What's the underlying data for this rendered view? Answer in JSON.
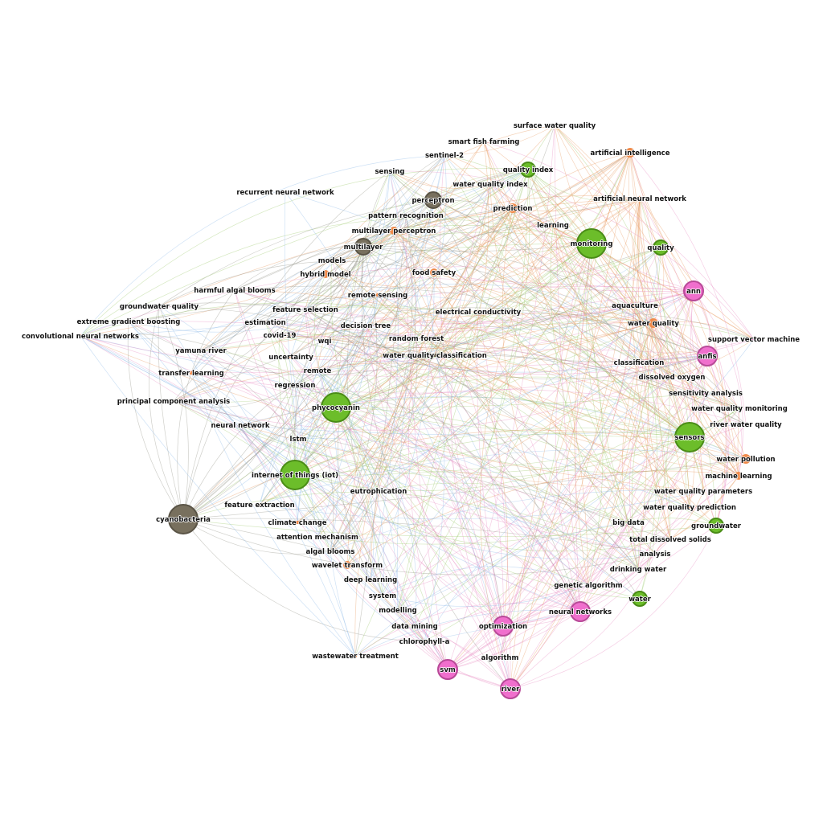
{
  "colors": {
    "blue": "#8ab8e6",
    "orange": "#e8955a",
    "gray": "#8f8f82",
    "green": "#9cc86a",
    "pink": "#e68ac0",
    "node_green": "#6cbd2a",
    "node_green_border": "#4a8c17",
    "node_gray": "#78705e",
    "node_gray_border": "#5a5446",
    "node_pink": "#f06fcd",
    "node_pink_border": "#b84a98",
    "node_orange": "#f08a4a"
  },
  "nodes": [
    {
      "id": "surface-water-quality",
      "label": "surface water quality",
      "group": "orange",
      "size": 2
    },
    {
      "id": "smart-fish-farming",
      "label": "smart fish farming",
      "group": "orange",
      "size": 2
    },
    {
      "id": "artificial-intelligence",
      "label": "artificial intelligence",
      "group": "orange",
      "size": 5
    },
    {
      "id": "sentinel-2",
      "label": "sentinel-2",
      "group": "blue",
      "size": 2
    },
    {
      "id": "quality-index",
      "label": "quality index",
      "group": "green",
      "size": 9
    },
    {
      "id": "sensing",
      "label": "sensing",
      "group": "blue",
      "size": 2
    },
    {
      "id": "perceptron",
      "label": "perceptron",
      "group": "gray",
      "size": 10
    },
    {
      "id": "water-quality-index",
      "label": "water quality index",
      "group": "orange",
      "size": 2
    },
    {
      "id": "recurrent-neural-network",
      "label": "recurrent neural network",
      "group": "blue",
      "size": 2
    },
    {
      "id": "artificial-neural-network",
      "label": "artificial neural network",
      "group": "orange",
      "size": 3
    },
    {
      "id": "prediction",
      "label": "prediction",
      "group": "orange",
      "size": 5
    },
    {
      "id": "pattern-recognition",
      "label": "pattern recognition",
      "group": "gray",
      "size": 2
    },
    {
      "id": "learning",
      "label": "learning",
      "group": "orange",
      "size": 2
    },
    {
      "id": "multilayer-perceptron",
      "label": "multilayer perceptron",
      "group": "orange",
      "size": 4
    },
    {
      "id": "monitoring",
      "label": "monitoring",
      "group": "green",
      "size": 18
    },
    {
      "id": "multilayer",
      "label": "multilayer",
      "group": "gray",
      "size": 10
    },
    {
      "id": "quality",
      "label": "quality",
      "group": "green",
      "size": 9
    },
    {
      "id": "models",
      "label": "models",
      "group": "orange",
      "size": 2
    },
    {
      "id": "hybrid-model",
      "label": "hybrid model",
      "group": "orange",
      "size": 4
    },
    {
      "id": "food-safety",
      "label": "food safety",
      "group": "orange",
      "size": 4
    },
    {
      "id": "harmful-algal-blooms",
      "label": "harmful algal blooms",
      "group": "gray",
      "size": 2
    },
    {
      "id": "ann",
      "label": "ann",
      "group": "pink",
      "size": 12
    },
    {
      "id": "remote-sensing",
      "label": "remote sensing",
      "group": "blue",
      "size": 2
    },
    {
      "id": "groundwater-quality",
      "label": "groundwater quality",
      "group": "gray",
      "size": 2
    },
    {
      "id": "aquaculture",
      "label": "aquaculture",
      "group": "orange",
      "size": 2
    },
    {
      "id": "feature-selection",
      "label": "feature selection",
      "group": "gray",
      "size": 2
    },
    {
      "id": "electrical-conductivity",
      "label": "electrical conductivity",
      "group": "orange",
      "size": 2
    },
    {
      "id": "extreme-gradient-boosting",
      "label": "extreme gradient boosting",
      "group": "gray",
      "size": 2
    },
    {
      "id": "water-quality",
      "label": "water quality",
      "group": "orange",
      "size": 5
    },
    {
      "id": "estimation",
      "label": "estimation",
      "group": "blue",
      "size": 2
    },
    {
      "id": "decision-tree",
      "label": "decision tree",
      "group": "gray",
      "size": 2
    },
    {
      "id": "convolutional-neural-networks",
      "label": "convolutional neural networks",
      "group": "blue",
      "size": 2
    },
    {
      "id": "covid-19",
      "label": "covid-19",
      "group": "gray",
      "size": 2
    },
    {
      "id": "random-forest",
      "label": "random forest",
      "group": "gray",
      "size": 2
    },
    {
      "id": "support-vector-machine",
      "label": "support vector machine",
      "group": "pink",
      "size": 2
    },
    {
      "id": "wqi",
      "label": "wqi",
      "group": "gray",
      "size": 2
    },
    {
      "id": "yamuna-river",
      "label": "yamuna river",
      "group": "gray",
      "size": 2
    },
    {
      "id": "uncertainty",
      "label": "uncertainty",
      "group": "blue",
      "size": 2
    },
    {
      "id": "water-quality-classification",
      "label": "water quality classification",
      "group": "gray",
      "size": 2
    },
    {
      "id": "anfis",
      "label": "anfis",
      "group": "pink",
      "size": 12
    },
    {
      "id": "classification",
      "label": "classification",
      "group": "orange",
      "size": 2
    },
    {
      "id": "remote",
      "label": "remote",
      "group": "blue",
      "size": 2
    },
    {
      "id": "transfer-learning",
      "label": "transfer learning",
      "group": "blue",
      "size": 2
    },
    {
      "id": "dissolved-oxygen",
      "label": "dissolved oxygen",
      "group": "orange",
      "size": 2
    },
    {
      "id": "regression",
      "label": "regression",
      "group": "gray",
      "size": 2
    },
    {
      "id": "sensitivity-analysis",
      "label": "sensitivity analysis",
      "group": "pink",
      "size": 2
    },
    {
      "id": "principal-component-analysis",
      "label": "principal component analysis",
      "group": "gray",
      "size": 2
    },
    {
      "id": "phycocyanin",
      "label": "phycocyanin",
      "group": "green",
      "size": 18
    },
    {
      "id": "water-quality-monitoring",
      "label": "water quality monitoring",
      "group": "green",
      "size": 2
    },
    {
      "id": "river-water-quality",
      "label": "river water quality",
      "group": "pink",
      "size": 2
    },
    {
      "id": "neural-network",
      "label": "neural network",
      "group": "blue",
      "size": 2
    },
    {
      "id": "sensors",
      "label": "sensors",
      "group": "green",
      "size": 18
    },
    {
      "id": "lstm",
      "label": "lstm",
      "group": "blue",
      "size": 2
    },
    {
      "id": "water-pollution",
      "label": "water pollution",
      "group": "orange",
      "size": 5
    },
    {
      "id": "internet-of-things-iot",
      "label": "internet of things (iot)",
      "group": "green",
      "size": 18
    },
    {
      "id": "machine-learning",
      "label": "machine learning",
      "group": "orange",
      "size": 4
    },
    {
      "id": "water-quality-parameters",
      "label": "water quality parameters",
      "group": "orange",
      "size": 2
    },
    {
      "id": "eutrophication",
      "label": "eutrophication",
      "group": "green",
      "size": 2
    },
    {
      "id": "feature-extraction",
      "label": "feature extraction",
      "group": "blue",
      "size": 2
    },
    {
      "id": "water-quality-prediction",
      "label": "water quality prediction",
      "group": "orange",
      "size": 2
    },
    {
      "id": "cyanobacteria",
      "label": "cyanobacteria",
      "group": "gray",
      "size": 18
    },
    {
      "id": "climate-change",
      "label": "climate change",
      "group": "blue",
      "size": 2
    },
    {
      "id": "big-data",
      "label": "big data",
      "group": "green",
      "size": 2
    },
    {
      "id": "groundwater",
      "label": "groundwater",
      "group": "green",
      "size": 9
    },
    {
      "id": "attention-mechanism",
      "label": "attention mechanism",
      "group": "blue",
      "size": 2
    },
    {
      "id": "total-dissolved-solids",
      "label": "total dissolved solids",
      "group": "orange",
      "size": 2
    },
    {
      "id": "algal-blooms",
      "label": "algal blooms",
      "group": "blue",
      "size": 2
    },
    {
      "id": "analysis",
      "label": "analysis",
      "group": "pink",
      "size": 2
    },
    {
      "id": "wavelet-transform",
      "label": "wavelet transform",
      "group": "orange",
      "size": 4
    },
    {
      "id": "drinking-water",
      "label": "drinking water",
      "group": "green",
      "size": 2
    },
    {
      "id": "deep-learning",
      "label": "deep learning",
      "group": "blue",
      "size": 2
    },
    {
      "id": "genetic-algorithm",
      "label": "genetic algorithm",
      "group": "pink",
      "size": 2
    },
    {
      "id": "system",
      "label": "system",
      "group": "blue",
      "size": 2
    },
    {
      "id": "water",
      "label": "water",
      "group": "green",
      "size": 9
    },
    {
      "id": "neural-networks",
      "label": "neural networks",
      "group": "pink",
      "size": 12
    },
    {
      "id": "modelling",
      "label": "modelling",
      "group": "blue",
      "size": 2
    },
    {
      "id": "optimization",
      "label": "optimization",
      "group": "pink",
      "size": 12
    },
    {
      "id": "data-mining",
      "label": "data mining",
      "group": "blue",
      "size": 2
    },
    {
      "id": "chlorophyll-a",
      "label": "chlorophyll-a",
      "group": "blue",
      "size": 2
    },
    {
      "id": "wastewater-treatment",
      "label": "wastewater treatment",
      "group": "blue",
      "size": 2
    },
    {
      "id": "algorithm",
      "label": "algorithm",
      "group": "pink",
      "size": 2
    },
    {
      "id": "svm",
      "label": "svm",
      "group": "pink",
      "size": 12
    },
    {
      "id": "river",
      "label": "river",
      "group": "pink",
      "size": 12
    }
  ]
}
